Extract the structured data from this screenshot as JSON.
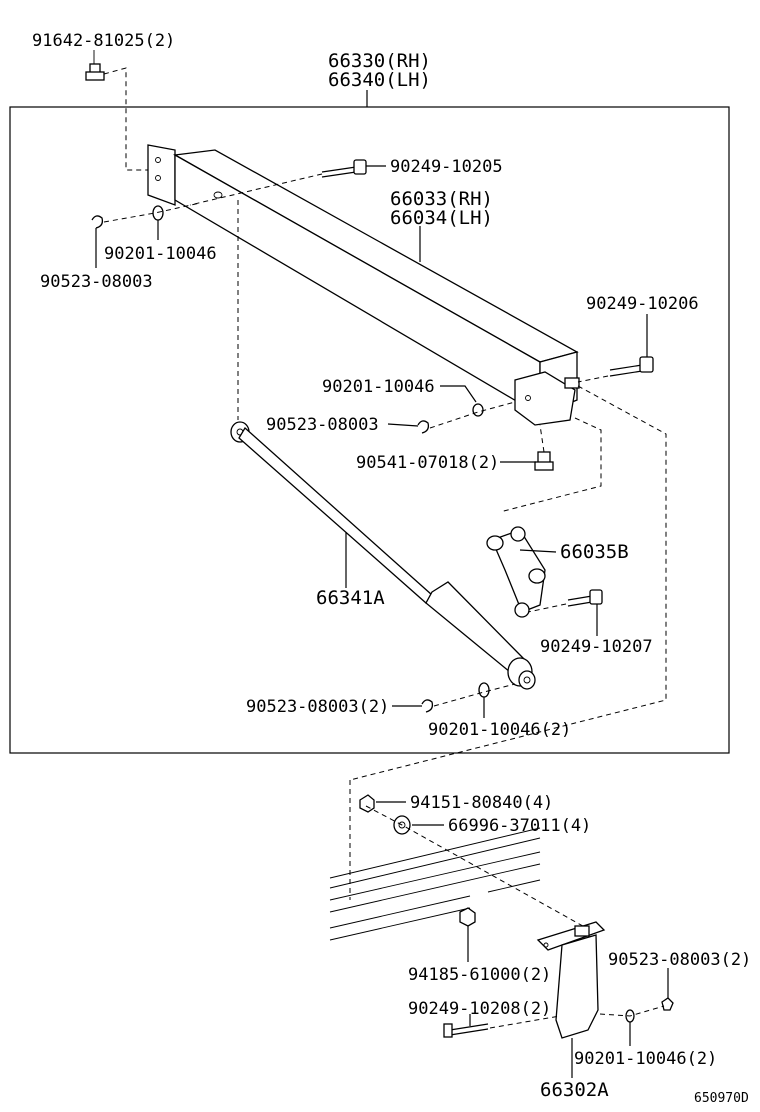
{
  "callouts": {
    "bolt_91642": "91642-81025(2)",
    "assy_rh": "66330(RH)",
    "assy_lh": "66340(LH)",
    "bolt_10205": "90249-10205",
    "arm_rh": "66033(RH)",
    "arm_lh": "66034(LH)",
    "washer_10046_a": "90201-10046",
    "clip_08003_a": "90523-08003",
    "bolt_10206": "90249-10206",
    "washer_10046_b": "90201-10046",
    "clip_08003_b": "90523-08003",
    "screw_07018": "90541-07018(2)",
    "bracket_66035b": "66035B",
    "strut_66341a": "66341A",
    "bolt_10207": "90249-10207",
    "clip_08003_c": "90523-08003(2)",
    "washer_10046_c": "90201-10046(2)",
    "nut_80840": "94151-80840(4)",
    "washer_37011": "66996-37011(4)",
    "nut_61000": "94185-61000(2)",
    "clip_08003_d": "90523-08003(2)",
    "bolt_10208": "90249-10208(2)",
    "washer_10046_d": "90201-10046(2)",
    "bracket_66302a": "66302A",
    "drawing_id": "650970D"
  }
}
